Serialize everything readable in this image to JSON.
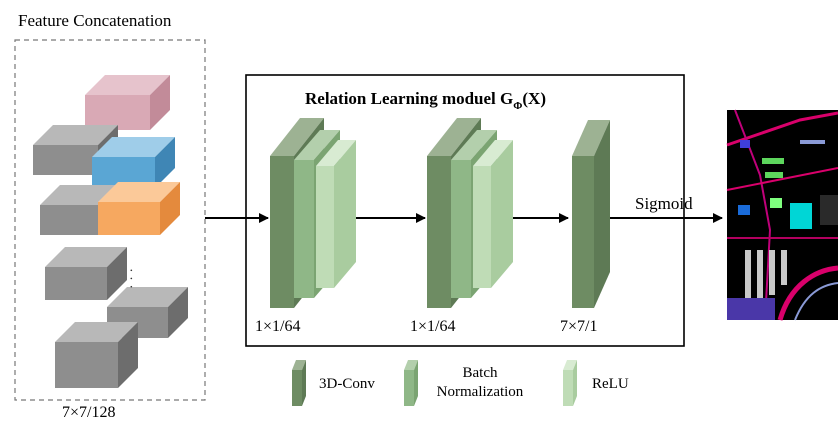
{
  "feature_title": "Feature Concatenation",
  "feature_dim_label": "7×7/128",
  "relation_title": "Relation Learning moduel G",
  "relation_subscript": "Φ",
  "relation_arg": "(X)",
  "block1_label": "1×1/64",
  "block2_label": "1×1/64",
  "block3_label": "7×7/1",
  "sigmoid_label": "Sigmoid",
  "ellipsis": "· · ·",
  "legend": {
    "conv": "3D-Conv",
    "bn_line1": "Batch",
    "bn_line2": "Normalization",
    "relu": "ReLU"
  },
  "colors": {
    "conv": "#6e8c63",
    "bn": "#8fb787",
    "relu": "#bfdcb6",
    "pink": "#d9a9b5",
    "blue": "#5aa6d4",
    "orange": "#f6a860",
    "gray": "#8e8e8e"
  }
}
